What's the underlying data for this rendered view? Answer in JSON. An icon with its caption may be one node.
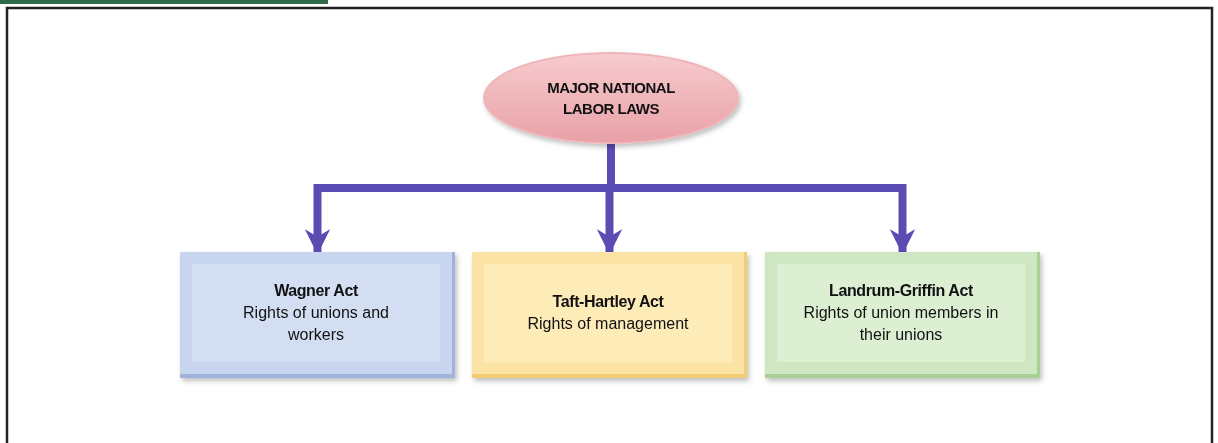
{
  "diagram": {
    "nodes": [
      {
        "text": [
          "MAJOR NATIONAL LABOR LAWS"
        ]
      },
      {
        "text": [
          "Wagner Act",
          "Rights of unions and workers"
        ]
      },
      {
        "text": [
          "Taft-Hartley Act",
          "Rights of management"
        ]
      },
      {
        "text": [
          "Landrum-Griffin Act",
          "Rights of union members in their unions"
        ]
      }
    ],
    "edges": [
      {
        "from": 0,
        "to": 1,
        "arrow": "to"
      },
      {
        "from": 0,
        "to": 2,
        "arrow": "to"
      },
      {
        "from": 0,
        "to": 3,
        "arrow": "to"
      }
    ]
  }
}
